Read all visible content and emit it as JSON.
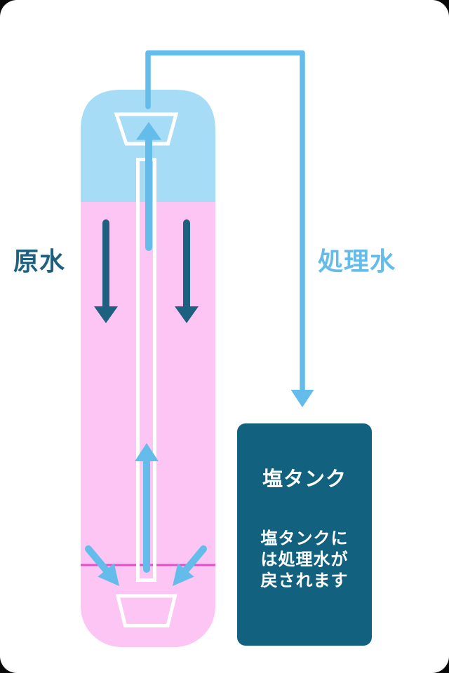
{
  "diagram": {
    "labels": {
      "raw_water": "原水",
      "treated_water": "処理水"
    },
    "salt_tank": {
      "title": "塩タンク",
      "description_lines": [
        "塩タンクに",
        "は処理水が",
        "戻されます"
      ]
    }
  },
  "colors": {
    "page_bg": "#0a0a0a",
    "card_bg": "#ffffff",
    "tank_top_blue": "#a6dcf5",
    "tank_body_pink": "#fdc5f4",
    "flow_blue": "#63bce9",
    "deep_teal": "#12617f",
    "arrow_teal": "#1e607f",
    "magenta": "#e24fc8",
    "white_text": "#ffffff"
  }
}
